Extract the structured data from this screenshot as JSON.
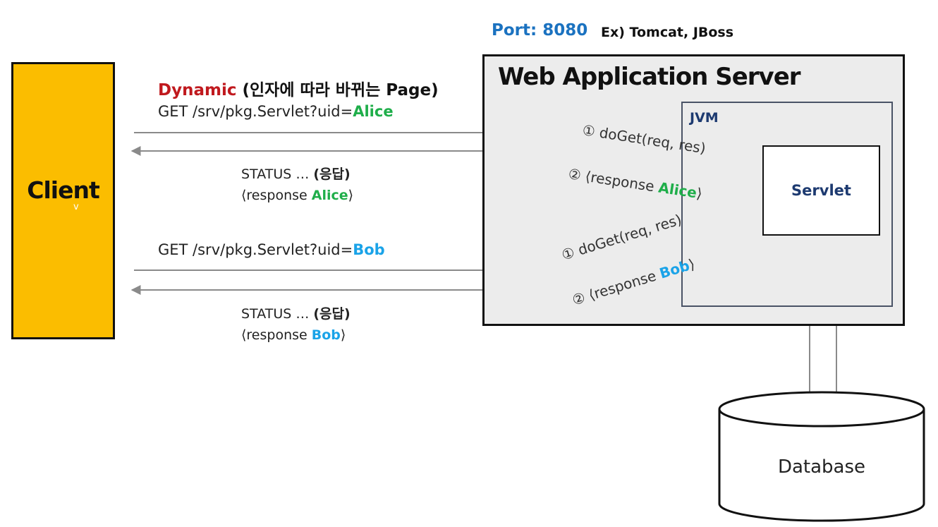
{
  "client": {
    "label": "Client",
    "mark": "v"
  },
  "server": {
    "port": "Port: 8080",
    "examples": "Ex) Tomcat, JBoss",
    "title": "Web Application Server",
    "jvm": "JVM",
    "servlet": "Servlet"
  },
  "database": {
    "label": "Database"
  },
  "dynamic": {
    "word": "Dynamic",
    "desc": "(인자에 따라 바뀌는 Page)"
  },
  "requests": [
    {
      "prefix": "GET /srv/pkg.Servlet?uid=",
      "user": "Alice"
    },
    {
      "prefix": "GET /srv/pkg.Servlet?uid=",
      "user": "Bob"
    }
  ],
  "responses": [
    {
      "status_prefix": "STATUS …",
      "status_bold": "(응답)",
      "open": "⟨response ",
      "user": "Alice",
      "close": "⟩"
    },
    {
      "status_prefix": "STATUS …",
      "status_bold": "(응답)",
      "open": "⟨response ",
      "user": "Bob",
      "close": "⟩"
    }
  ],
  "servlet_calls": [
    {
      "call": "① doGet(req, res)",
      "resp_prefix": "② ⟨response ",
      "user": "Alice",
      "resp_close": "⟩"
    },
    {
      "call": "① doGet(req, res)",
      "resp_prefix": "② ⟨response ",
      "user": "Bob",
      "resp_close": "⟩"
    }
  ],
  "colors": {
    "client": "#fbbd00",
    "dynamic": "#c0191e",
    "port": "#1b72c0",
    "alice": "#1fae4a",
    "bob": "#1aa3e8",
    "server_bg": "#ececec"
  }
}
